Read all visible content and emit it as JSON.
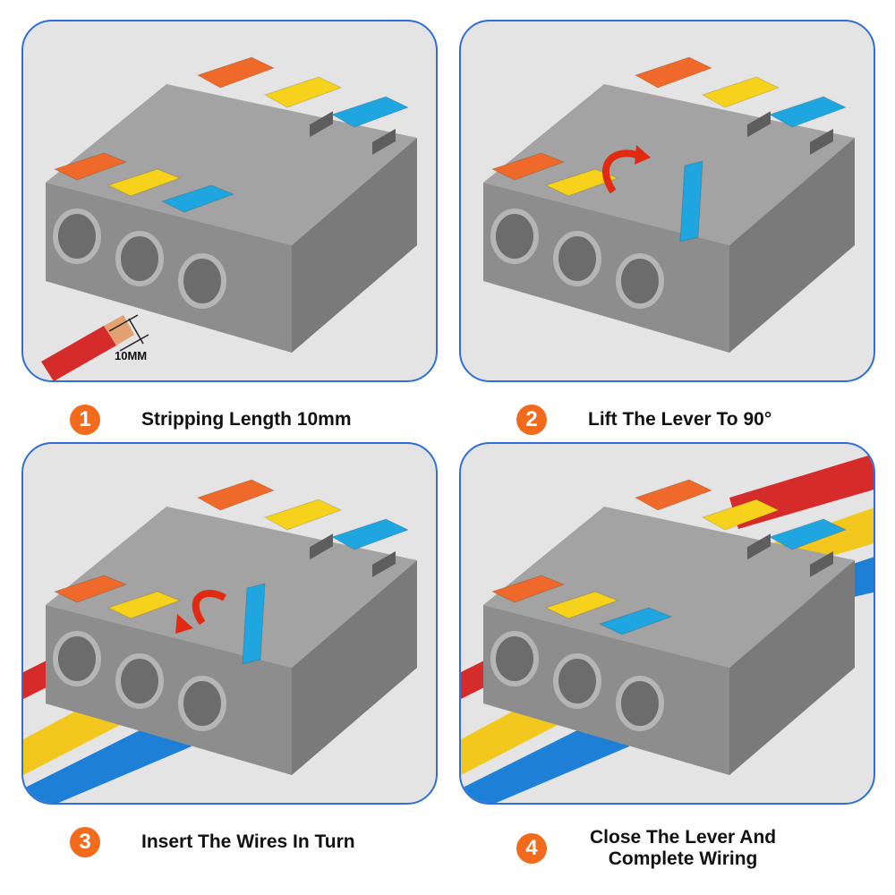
{
  "steps": [
    {
      "number": "1",
      "label": "Stripping Length 10mm"
    },
    {
      "number": "2",
      "label": "Lift The Lever To 90°"
    },
    {
      "number": "3",
      "label": "Insert The Wires In Turn"
    },
    {
      "number": "4",
      "label_line1": "Close The Lever And",
      "label_line2": "Complete Wiring"
    }
  ],
  "wire_annotation": "10MM",
  "colors": {
    "panel_border": "#2f6fd6",
    "badge": "#f26a1b",
    "lever_orange": "#ef6a2a",
    "lever_yellow": "#f7d21c",
    "lever_blue": "#1fa6e0",
    "housing_gray": "#8d8d8d",
    "wire_red": "#d62b2b",
    "wire_yellow": "#f2c81e",
    "wire_blue": "#1e7fd6"
  }
}
